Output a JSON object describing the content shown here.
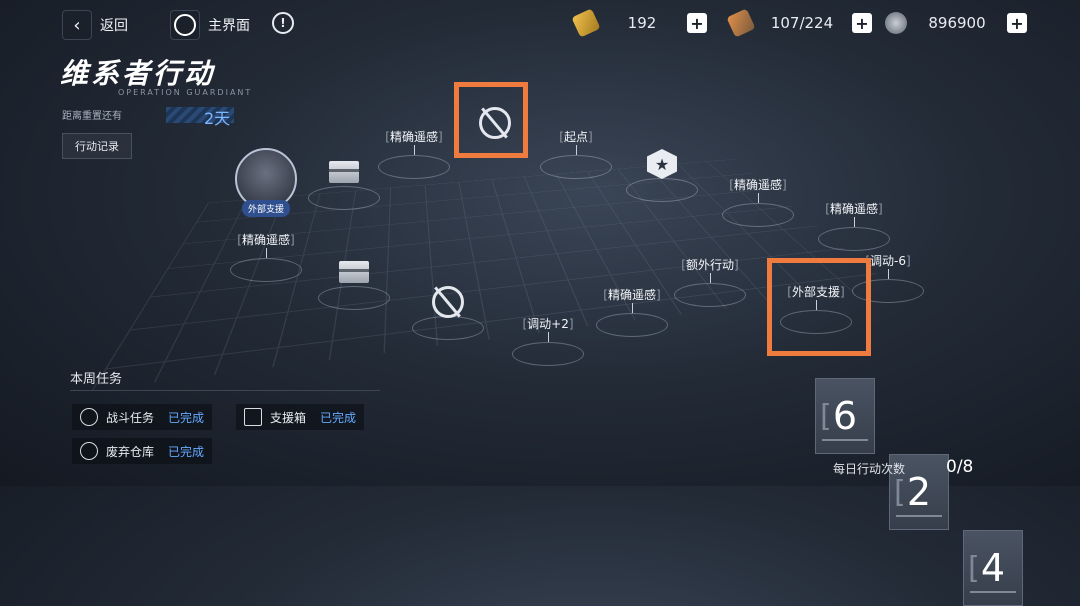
{
  "topbar": {
    "back_label": "返回",
    "home_label": "主界面",
    "info_glyph": "!",
    "resources": [
      {
        "name": "gold-ticket",
        "value": "192"
      },
      {
        "name": "fuel",
        "value": "107/224"
      },
      {
        "name": "coin",
        "value": "896900"
      }
    ],
    "plus": "+"
  },
  "event": {
    "title": "维系者行动",
    "subtitle": "OPERATION GUARDIANT",
    "reset_label": "距离重置还有",
    "reset_value": "2天",
    "log_button": "行动记录"
  },
  "map": {
    "nodes": {
      "precise_1": "精确遥感",
      "start": "起点",
      "precise_2": "精确遥感",
      "precise_3": "精确遥感",
      "precise_4": "精确遥感",
      "precise_5": "精确遥感",
      "extra": "额外行动",
      "support": "外部支援",
      "adjust_minus": "调动-6",
      "adjust_plus": "调动+2"
    },
    "avatar_tag": "外部支援",
    "bracket_left": "[",
    "bracket_right": "]"
  },
  "weekly": {
    "heading": "本周任务",
    "tasks": [
      {
        "label": "战斗任务",
        "status": "已完成",
        "icon": "battle-icon"
      },
      {
        "label": "支援箱",
        "status": "已完成",
        "icon": "crate-icon"
      },
      {
        "label": "废弃仓库",
        "status": "已完成",
        "icon": "warehouse-icon"
      }
    ]
  },
  "counter": {
    "digits": [
      "6",
      "2",
      "4"
    ],
    "daily_label": "每日行动次数",
    "daily_value": "0/8"
  },
  "colors": {
    "highlight": "#f07b3f",
    "done": "#66a9ff"
  }
}
